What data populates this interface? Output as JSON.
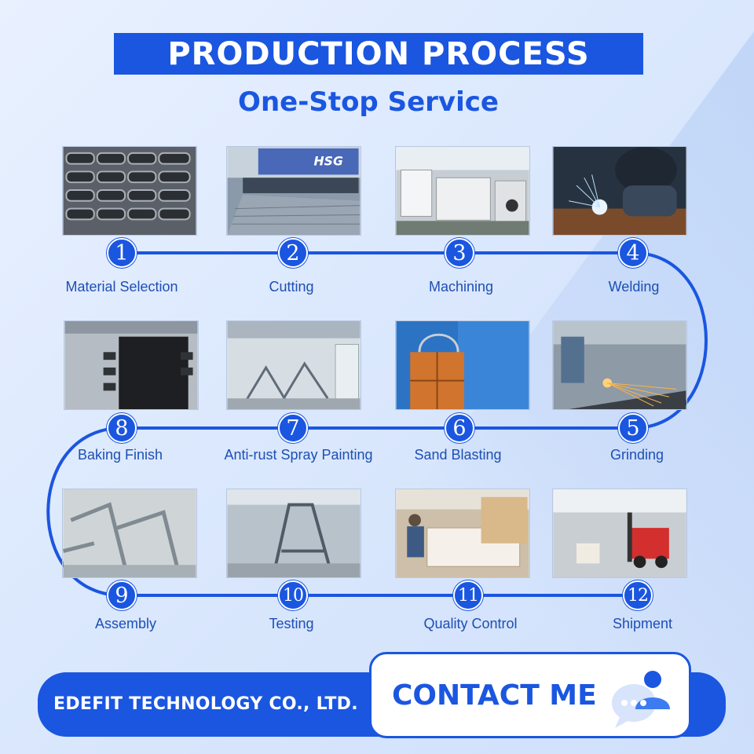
{
  "header": {
    "title": "PRODUCTION PROCESS",
    "subtitle": "One-Stop Service"
  },
  "steps": [
    {
      "number": "1",
      "label": "Material Selection"
    },
    {
      "number": "2",
      "label": "Cutting"
    },
    {
      "number": "3",
      "label": "Machining"
    },
    {
      "number": "4",
      "label": "Welding"
    },
    {
      "number": "5",
      "label": "Grinding"
    },
    {
      "number": "6",
      "label": "Sand Blasting"
    },
    {
      "number": "7",
      "label": "Anti-rust Spray Painting"
    },
    {
      "number": "8",
      "label": "Baking Finish"
    },
    {
      "number": "9",
      "label": "Assembly"
    },
    {
      "number": "10",
      "label": "Testing"
    },
    {
      "number": "11",
      "label": "Quality Control"
    },
    {
      "number": "12",
      "label": "Shipment"
    }
  ],
  "photo_texts": {
    "cutting_machine_brand": "HSG"
  },
  "footer": {
    "company": "EDEFIT TECHNOLOGY CO., LTD.",
    "contact_label": "CONTACT ME",
    "contact_icon": "chat-user-icon"
  },
  "colors": {
    "primary": "#1a56e0",
    "label_text": "#1d4fb5",
    "background": "#e3edfd"
  }
}
